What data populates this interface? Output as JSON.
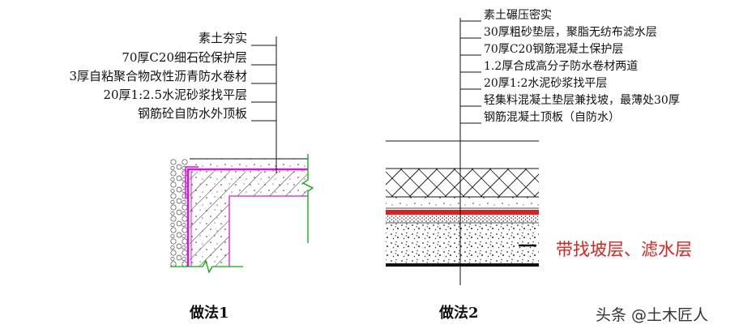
{
  "detail1": {
    "layers": [
      "素土夯实",
      "70厚C20细石砼保护层",
      "3厚自粘聚合物改性沥青防水卷材",
      "20厚1:2.5水泥砂浆找平层",
      "钢筋砼自防水外顶板"
    ],
    "caption": "做法1"
  },
  "detail2": {
    "layers": [
      "素土碾压密实",
      "30厚粗砂垫层，聚脂无纺布滤水层",
      "70厚C20钢筋混凝土保护层",
      "1.2厚合成高分子防水卷材两道",
      "20厚1:2水泥砂浆找平层",
      "轻集料混凝土垫层兼找坡，最薄处30厚",
      "钢筋混凝土顶板（自防水）"
    ],
    "caption": "做法2",
    "callout": "带找坡层、滤水层"
  },
  "watermark": "头条 @土木匠人",
  "colors": {
    "membrane": "#e010e0",
    "waterproof_red": "#e0201a",
    "break_line": "#00b000",
    "callout_text": "#e0201a"
  }
}
